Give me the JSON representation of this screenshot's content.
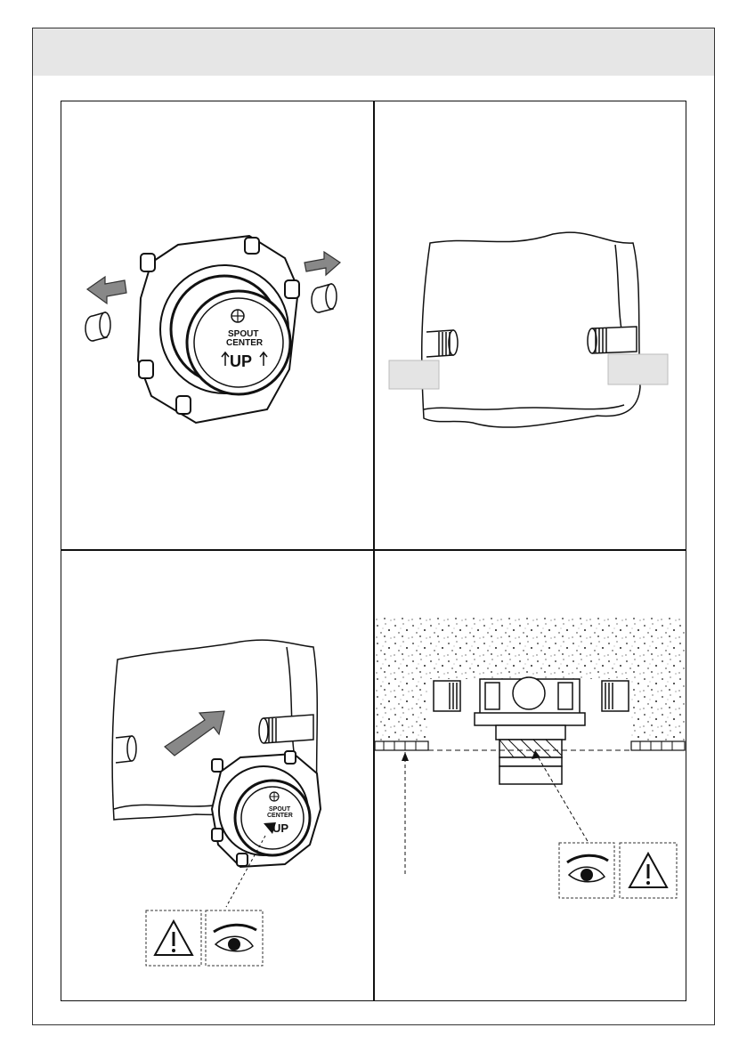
{
  "panels": [
    {
      "id": "step-1",
      "valve_label_top": "SPOUT",
      "valve_label_mid": "CENTER",
      "valve_label_up": "UP"
    },
    {
      "id": "step-2"
    },
    {
      "id": "step-3",
      "valve_label_top": "SPOUT",
      "valve_label_mid": "CENTER",
      "valve_label_up": "UP"
    },
    {
      "id": "step-4"
    }
  ],
  "icons": [
    "caution-triangle-icon",
    "eye-icon",
    "arrow-icon",
    "pipe-fitting-icon"
  ]
}
